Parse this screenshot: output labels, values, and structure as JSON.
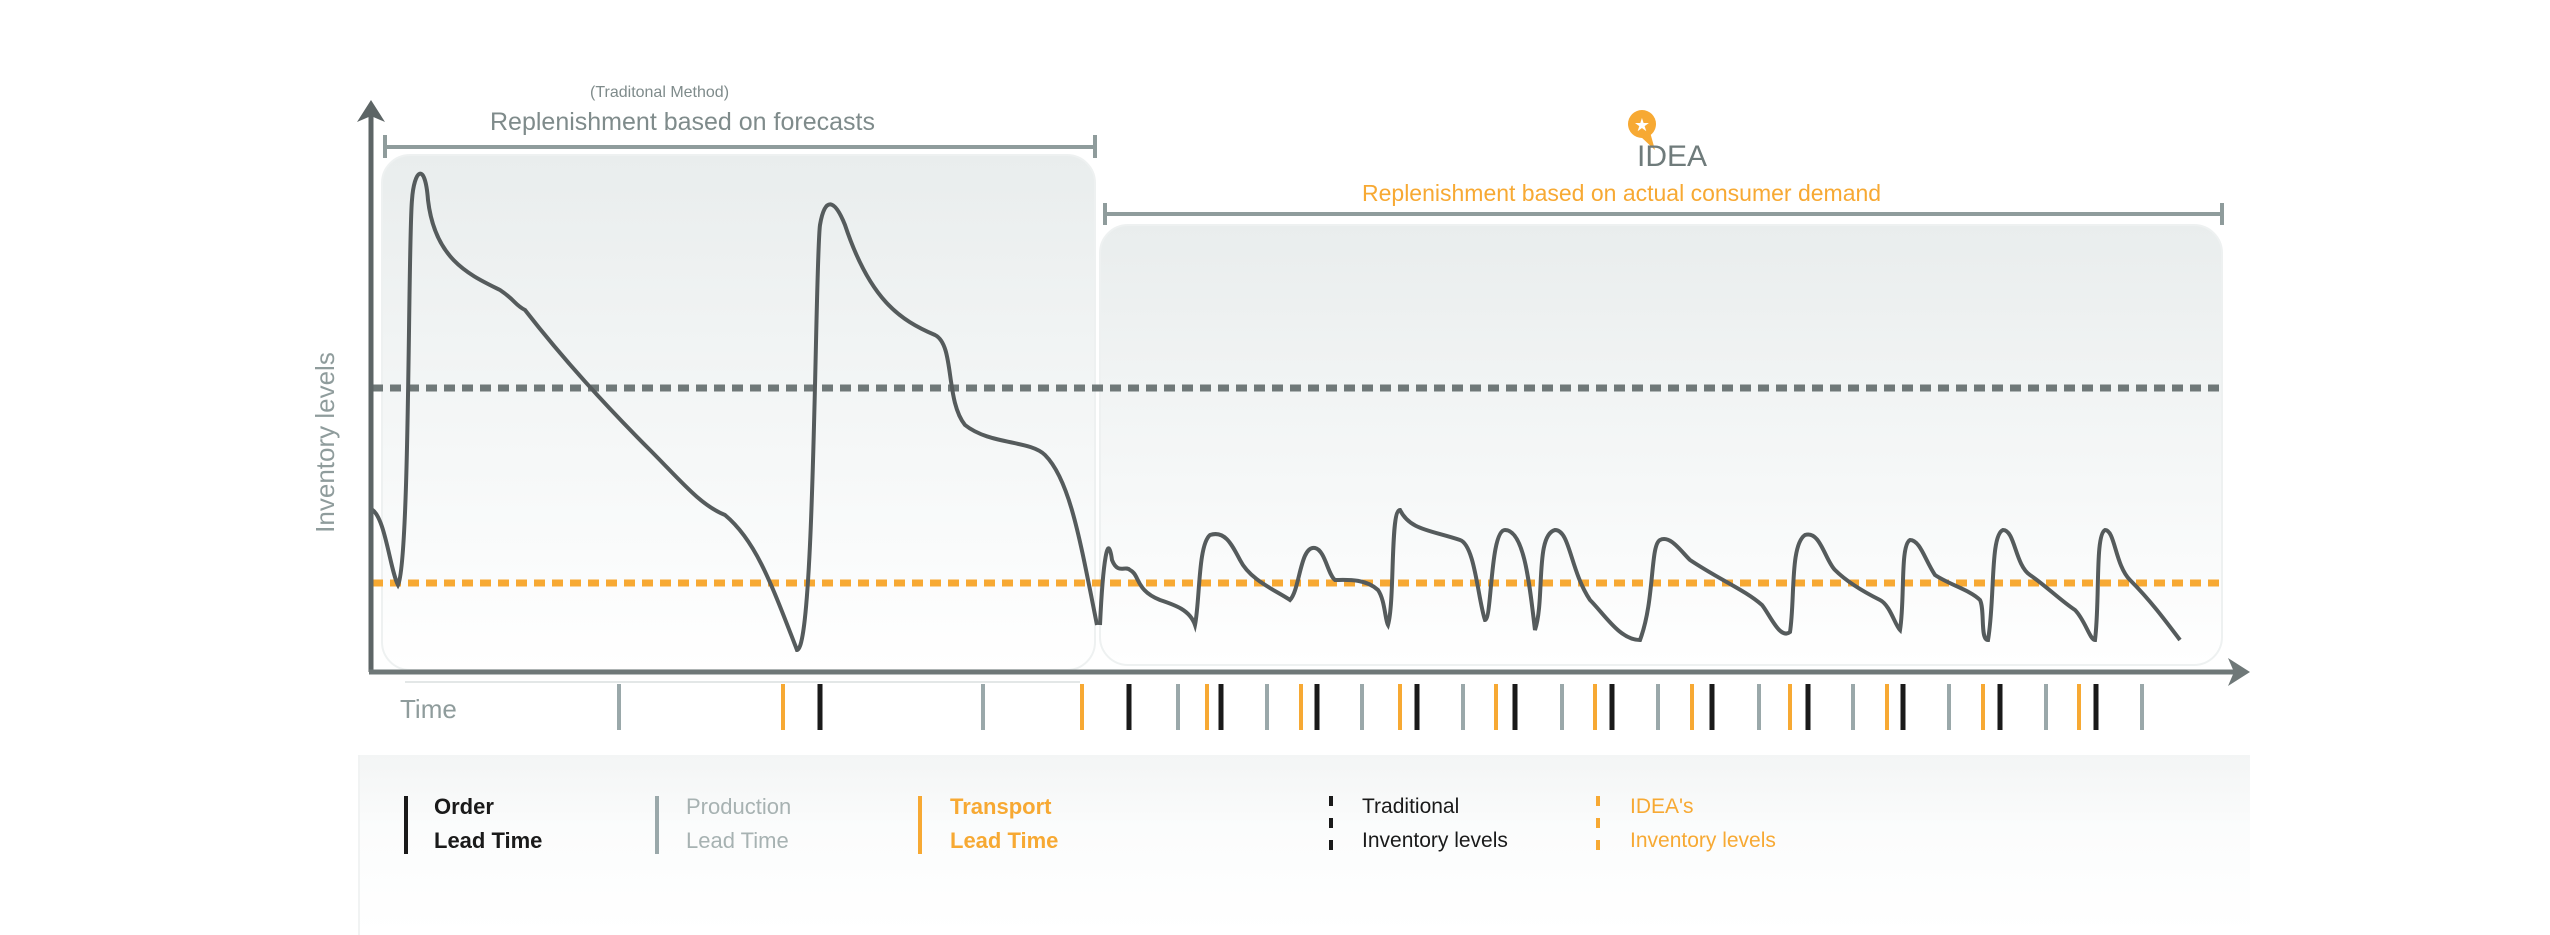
{
  "header": {
    "traditional_subtitle": "(Traditonal Method)",
    "traditional_title": "Replenishment based on forecasts",
    "idea_logo_text": "IDEA",
    "idea_title": "Replenishment based on actual consumer demand"
  },
  "axes": {
    "y_label": "Inventory levels",
    "x_label": "Time"
  },
  "colors": {
    "order": "#1a1a1a",
    "production": "#9aa8aa",
    "transport": "#f7a933",
    "traditional_level": "#6f7878",
    "idea_level": "#f7a933",
    "curve": "#555b5c"
  },
  "chart_data": {
    "type": "line",
    "title": "",
    "xlabel": "Time",
    "ylabel": "Inventory levels",
    "reference_lines": [
      {
        "name": "Traditional Inventory levels",
        "style": "dashed"
      },
      {
        "name": "IDEA's Inventory levels",
        "style": "dashed"
      }
    ],
    "timeline_events": [
      "production",
      "transport",
      "order",
      "production",
      "transport",
      "order",
      "production",
      "transport",
      "order",
      "production",
      "transport",
      "order",
      "production",
      "transport",
      "order",
      "production",
      "transport",
      "order",
      "production",
      "transport",
      "order",
      "production",
      "transport",
      "order",
      "production",
      "transport",
      "order",
      "production",
      "transport",
      "order",
      "production",
      "transport",
      "order",
      "production"
    ]
  },
  "legend": {
    "order": {
      "line1": "Order",
      "line2": "Lead Time"
    },
    "production": {
      "line1": "Production",
      "line2": "Lead Time"
    },
    "transport": {
      "line1": "Transport",
      "line2": "Lead Time"
    },
    "traditional": {
      "line1": "Traditional",
      "line2": "Inventory levels"
    },
    "idea": {
      "line1": "IDEA's",
      "line2": "Inventory levels"
    }
  }
}
